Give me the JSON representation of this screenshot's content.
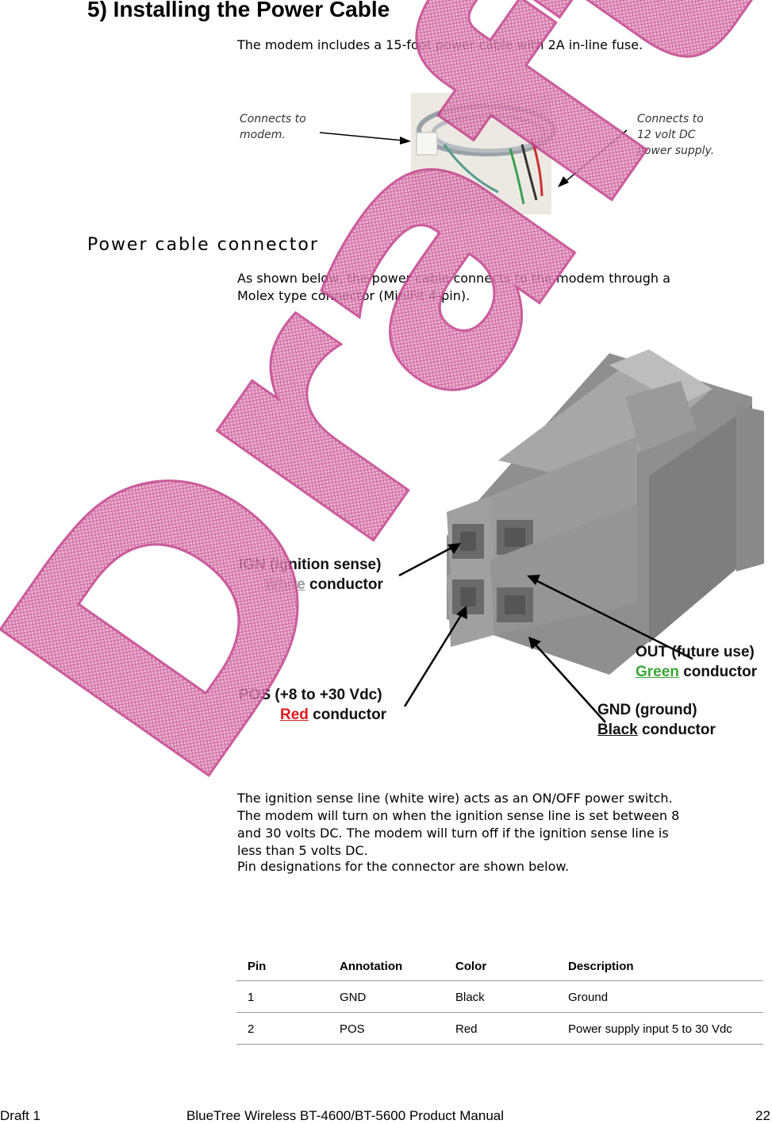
{
  "title": "5) Installing the Power Cable",
  "intro": "The modem includes a 15-foot power cable with 2A in-line fuse.",
  "cable_figure": {
    "callout_left": [
      "Connects to",
      "modem."
    ],
    "callout_right": [
      "Connects to",
      "12 volt DC",
      "power supply."
    ]
  },
  "section_heading": "Power cable connector",
  "section_intro": [
    "As shown below, the power cable connects to the modem through a",
    "Molex type connector (MiniFit 4-pin)."
  ],
  "connector_figure": {
    "ign": {
      "line1": "IGN (ignition sense)",
      "color_word": "White",
      "rest": " conductor",
      "color": "#9a9a9a"
    },
    "out": {
      "line1": "OUT (future use)",
      "color_word": "Green",
      "rest": " conductor",
      "color": "#3aa635"
    },
    "pos": {
      "line1": "POS (+8 to +30 Vdc)",
      "color_word": "Red",
      "rest": " conductor",
      "color": "#e0191b"
    },
    "gnd": {
      "line1": "GND (ground)",
      "color_word": "Black",
      "rest": " conductor",
      "color": "#111111"
    }
  },
  "ignition_paragraph": [
    "The ignition sense line (white wire) acts as an ON/OFF power switch.",
    "The modem will turn on when the ignition sense line is set between 8",
    "and 30 volts DC. The modem will turn off if the ignition sense line is",
    "less than 5 volts DC."
  ],
  "pin_paragraph": "Pin designations for the connector are shown below.",
  "table": {
    "headers": [
      "Pin",
      "Annotation",
      "Color",
      "Description"
    ],
    "rows": [
      [
        "1",
        "GND",
        "Black",
        "Ground"
      ],
      [
        "2",
        "POS",
        "Red",
        "Power supply input 5 to 30 Vdc"
      ]
    ]
  },
  "watermark": "Draft",
  "footer": {
    "left": "Draft 1",
    "center": "BlueTree Wireless BT-4600/BT-5600 Product Manual",
    "right": "22"
  },
  "colors": {
    "watermark": "#d4609a",
    "connector_gray": "#8f8f8f"
  }
}
